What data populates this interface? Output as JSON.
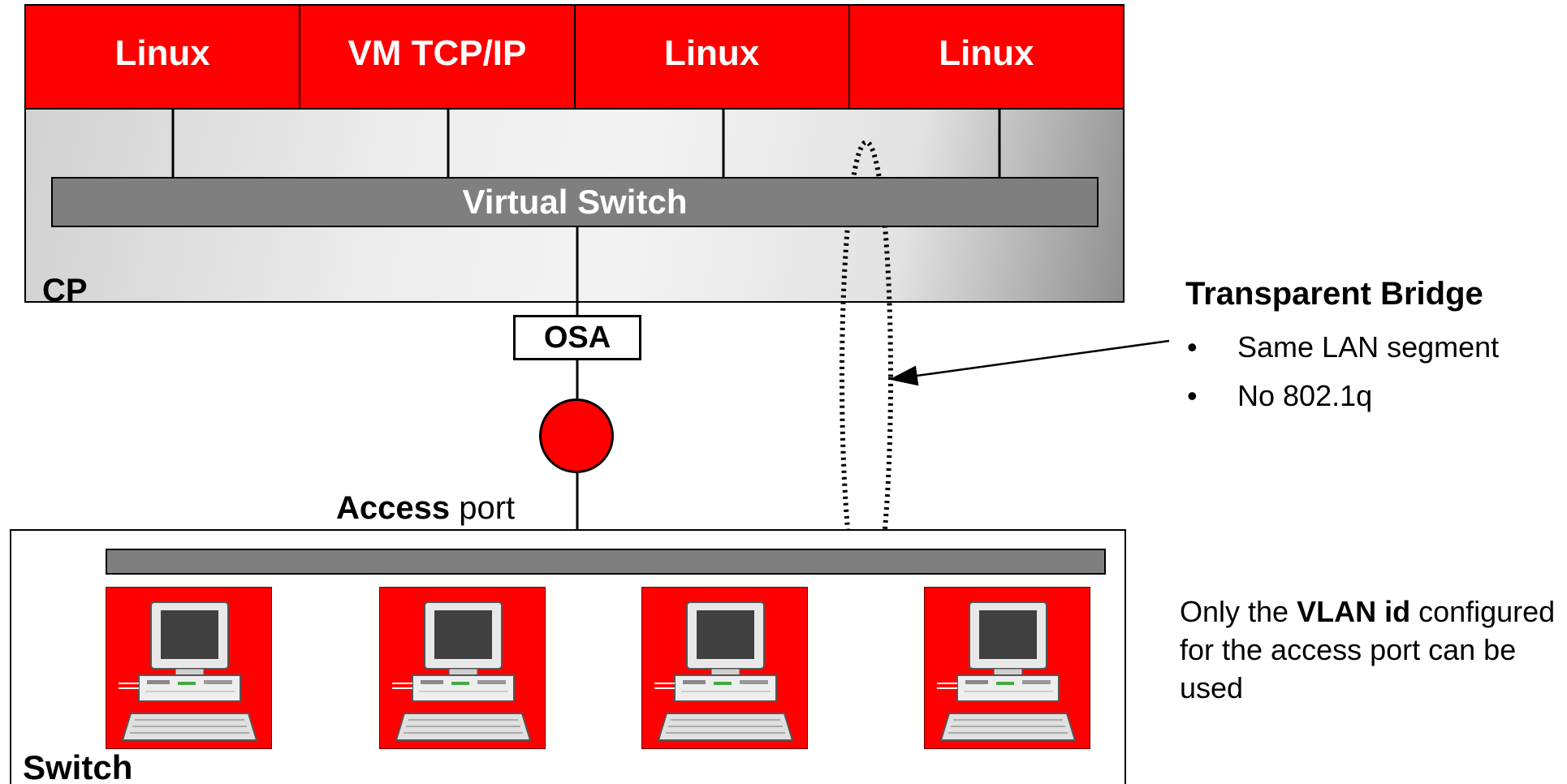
{
  "guests": [
    "Linux",
    "VM TCP/IP",
    "Linux",
    "Linux"
  ],
  "virtual_switch": "Virtual Switch",
  "cp_label": "CP",
  "osa_label": "OSA",
  "access_port": {
    "bold": "Access",
    "rest": " port"
  },
  "switch_label": "Switch",
  "transparent_bridge": {
    "title": "Transparent Bridge",
    "bullets": [
      "Same LAN segment",
      "No 802.1q"
    ]
  },
  "vlan_note": {
    "pre": "Only the ",
    "bold": "VLAN id",
    "post": " configured for the access port can be used"
  },
  "workstations": [
    "workstation-1",
    "workstation-2",
    "workstation-3",
    "workstation-4"
  ],
  "colors": {
    "guest_red": "#ff0000",
    "switch_gray": "#7f7f7f",
    "outline": "#000000"
  }
}
